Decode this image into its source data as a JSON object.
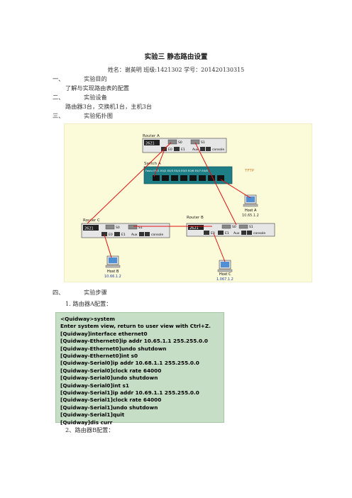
{
  "doc": {
    "title": "实验三  静态路由设置",
    "author_line": "姓名：谢英明  班级:1421302  学号：201420130315"
  },
  "sections": [
    {
      "num": "一、",
      "title": "实验目的"
    },
    {
      "num": "二、",
      "title": "实验设备"
    },
    {
      "num": "三、",
      "title": "实验拓扑图"
    },
    {
      "num": "四、",
      "title": "实验步骤"
    }
  ],
  "purpose_text": "了解与实现路由表的配置",
  "equipment_text": "路由器3台，交换机1台，主机3台",
  "topology": {
    "router_a": {
      "label": "Router A",
      "model": "2621",
      "ports": [
        "S0",
        "S1",
        "E0",
        "E1",
        "Aux",
        "console"
      ]
    },
    "switch_a": {
      "label": "Switch A",
      "ports_label": "Fastu  E0/1 E0/2 E0/3 E0/4 E0/5 E0/6 E0/7 E0/8"
    },
    "router_b": {
      "label": "Router  B",
      "model": "2621",
      "ports": [
        "S0",
        "S1",
        "E0",
        "E1",
        "Aux",
        "console"
      ]
    },
    "router_c": {
      "label": "Router  C",
      "model": "2621",
      "ports": [
        "S0",
        "S1",
        "E0",
        "E1",
        "Aux",
        "console"
      ]
    },
    "tftp_label": "TFTP",
    "host_a": {
      "label": "Host A",
      "ip": "10.65.1.2"
    },
    "host_b": {
      "label": "Host B",
      "ip": "10.66.1.2"
    },
    "host_c": {
      "label": "Host C",
      "ip": "1.067.1.2"
    }
  },
  "steps": [
    {
      "label": "1.   路由器A配置："
    },
    {
      "label": "2、路由器B配置："
    }
  ],
  "console_lines": [
    "<Quidway>system",
    "Enter system view, return to user view with Ctrl+Z.",
    "[Quidway]interface ethernet0",
    "[Quidway-Ethernet0]ip addr 10.65.1.1 255.255.0.0",
    "[Quidway-Ethernet0]undo shutdown",
    "[Quidway-Ethernet0]int s0",
    "[Quidway-Serial0]ip addr 10.68.1.1 255.255.0.0",
    "[Quidway-Serial0]clock rate 64000",
    "[Quidway-Serial0]undo shutdown",
    "[Quidway-Serial0]int s1",
    "[Quidway-Serial1]ip addr 10.69.1.1 255.255.0.0",
    "[Quidway-Serial1]clock rate 64000",
    "[Quidway-Serial1]undo shutdown",
    "[Quidway-Serial1]quit",
    "[Quidway]dis curr"
  ]
}
